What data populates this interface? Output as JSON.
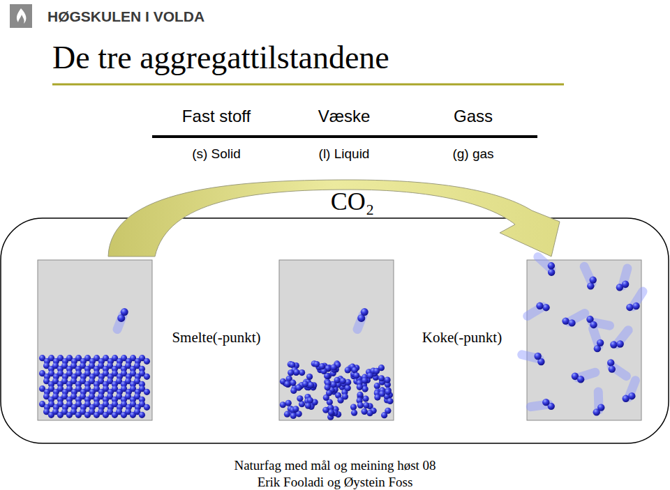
{
  "diagram": {
    "title": "De tre aggregattilstandene",
    "labels": [
      "HØGSKULEN I VOLDA",
      "Fast stoff",
      "Væske",
      "Gass",
      "(s) Solid",
      "(l) Liquid",
      "(g) gas",
      "CO₂",
      "Smelte(-punkt)",
      "Koke(-punkt)",
      "Naturfag med mål og meining høst 08",
      "Erik Fooladi og Øystein Foss"
    ]
  }
}
